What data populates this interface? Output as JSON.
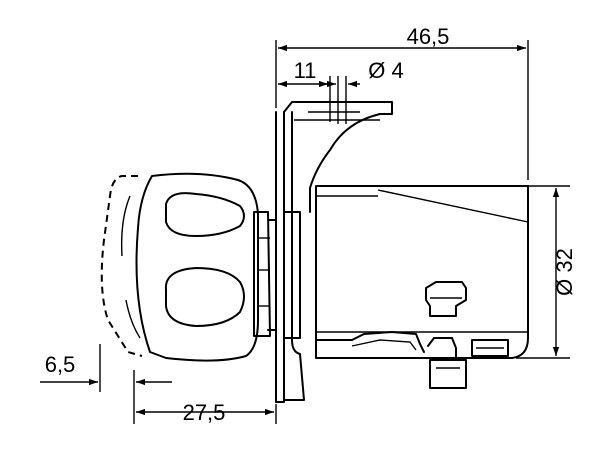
{
  "dimensions": {
    "overall_length": "46,5",
    "bracket_offset": "11",
    "hole_diameter": "Ø 4",
    "body_diameter": "Ø 32",
    "knob_travel": "6,5",
    "knob_depth": "27,5"
  }
}
